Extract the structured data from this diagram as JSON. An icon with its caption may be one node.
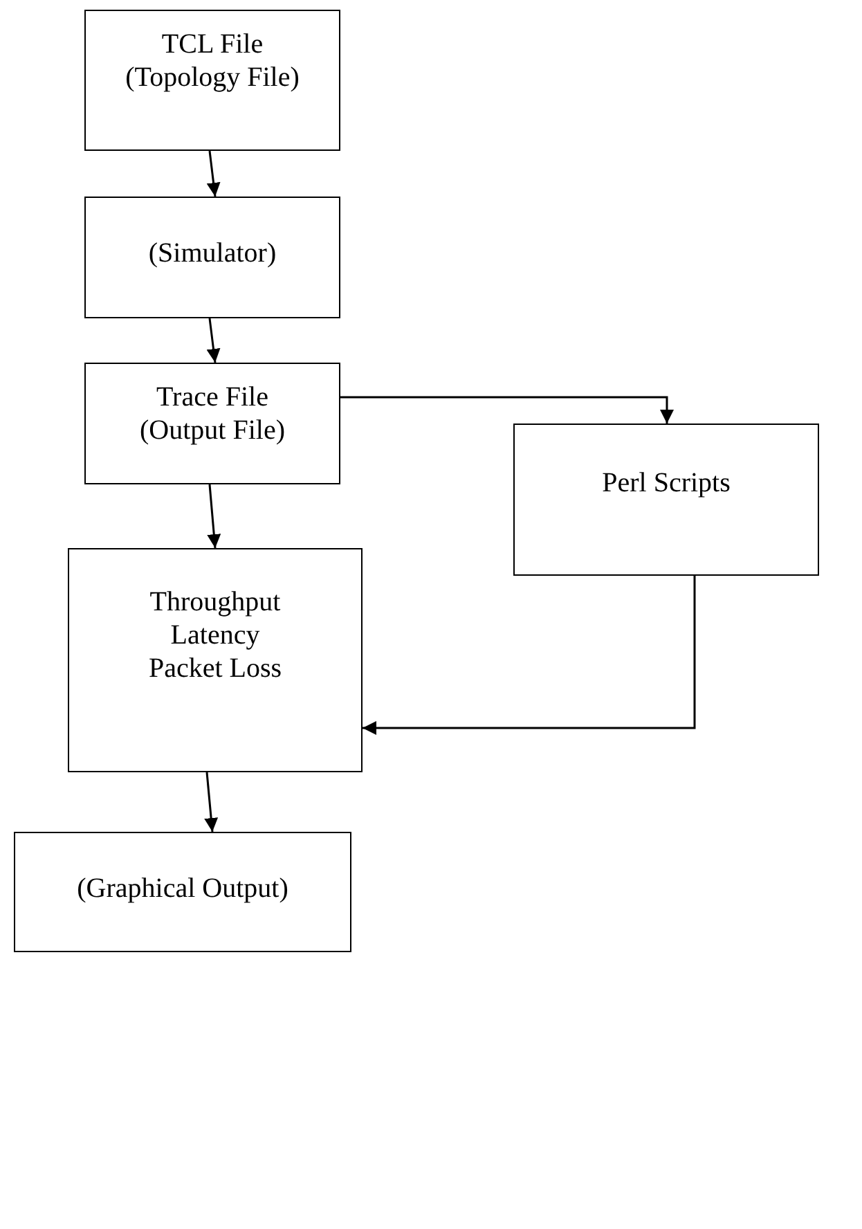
{
  "diagram": {
    "nodes": [
      {
        "text": [
          "TCL File",
          "(Topology File)"
        ]
      },
      {
        "text": [
          "(Simulator)"
        ]
      },
      {
        "text": [
          "Trace File",
          "(Output File)"
        ]
      },
      {
        "text": [
          "Perl Scripts"
        ]
      },
      {
        "text": [
          "Throughput",
          "Latency",
          "Packet Loss"
        ]
      },
      {
        "text": [
          "(Graphical Output)"
        ]
      }
    ],
    "edges": [
      {
        "from": 0,
        "to": 1,
        "arrow": "to"
      },
      {
        "from": 1,
        "to": 2,
        "arrow": "to"
      },
      {
        "from": 2,
        "to": 3,
        "arrow": "to"
      },
      {
        "from": 2,
        "to": 4,
        "arrow": "to"
      },
      {
        "from": 3,
        "to": 4,
        "arrow": "to"
      },
      {
        "from": 4,
        "to": 5,
        "arrow": "to"
      }
    ]
  }
}
